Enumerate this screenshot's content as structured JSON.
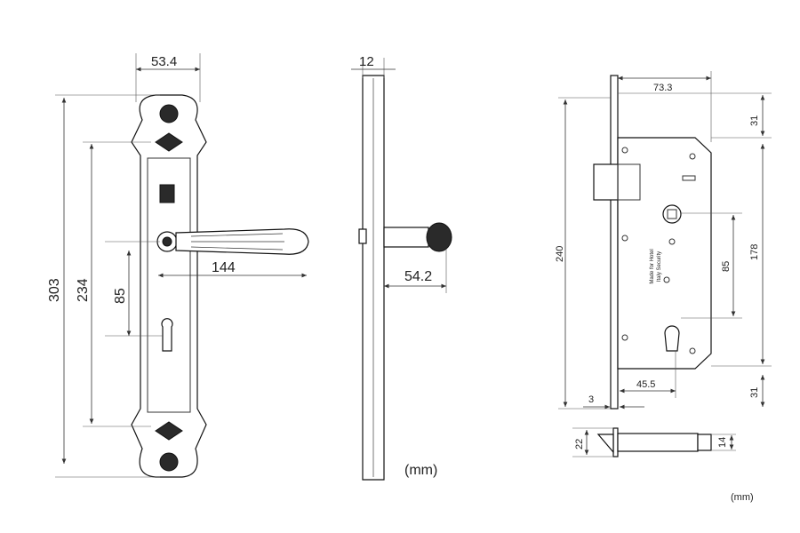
{
  "units_label": "(mm)",
  "handle_front": {
    "width": "53.4",
    "total_height": "303",
    "inner_height": "234",
    "center_distance": "85",
    "lever_length": "144"
  },
  "handle_side": {
    "thickness": "12",
    "projection": "54.2",
    "units": "(mm)"
  },
  "lock_body": {
    "backset_width": "73.3",
    "faceplate_height": "240",
    "top_offset": "31",
    "body_height": "178",
    "center_distance": "85",
    "bottom_offset": "31",
    "backset": "45.5",
    "faceplate_thickness": "3",
    "body_text_1": "Made for Hotel",
    "body_text_2": "Italy Security",
    "latch_height": "22",
    "latch_body_height": "14",
    "units": "(mm)"
  }
}
